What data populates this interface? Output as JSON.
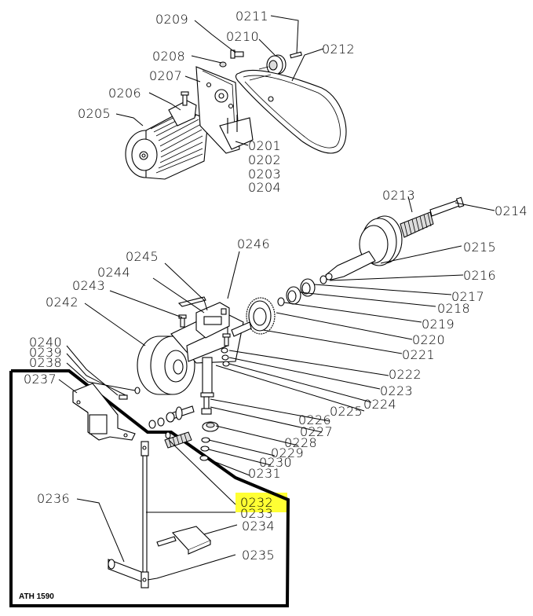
{
  "document_code": "ATH 1590",
  "highlight_color": "#ffff33",
  "labels": {
    "p0201": "0201",
    "p0202": "0202",
    "p0203": "0203",
    "p0204": "0204",
    "p0205": "0205",
    "p0206": "0206",
    "p0207": "0207",
    "p0208": "0208",
    "p0209": "0209",
    "p0210": "0210",
    "p0211": "0211",
    "p0212": "0212",
    "p0213": "0213",
    "p0214": "0214",
    "p0215": "0215",
    "p0216": "0216",
    "p0217": "0217",
    "p0218": "0218",
    "p0219": "0219",
    "p0220": "0220",
    "p0221": "0221",
    "p0222": "0222",
    "p0223": "0223",
    "p0224": "0224",
    "p0225": "0225",
    "p0226": "0226",
    "p0227": "0227",
    "p0228": "0228",
    "p0229": "0229",
    "p0230": "0230",
    "p0231": "0231",
    "p0232": "0232",
    "p0233": "0233",
    "p0234": "0234",
    "p0235": "0235",
    "p0236": "0236",
    "p0237": "0237",
    "p0238": "0238",
    "p0239": "0239",
    "p0240": "0240",
    "p0242": "0242",
    "p0243": "0243",
    "p0244": "0244",
    "p0245": "0245",
    "p0246": "0246"
  }
}
